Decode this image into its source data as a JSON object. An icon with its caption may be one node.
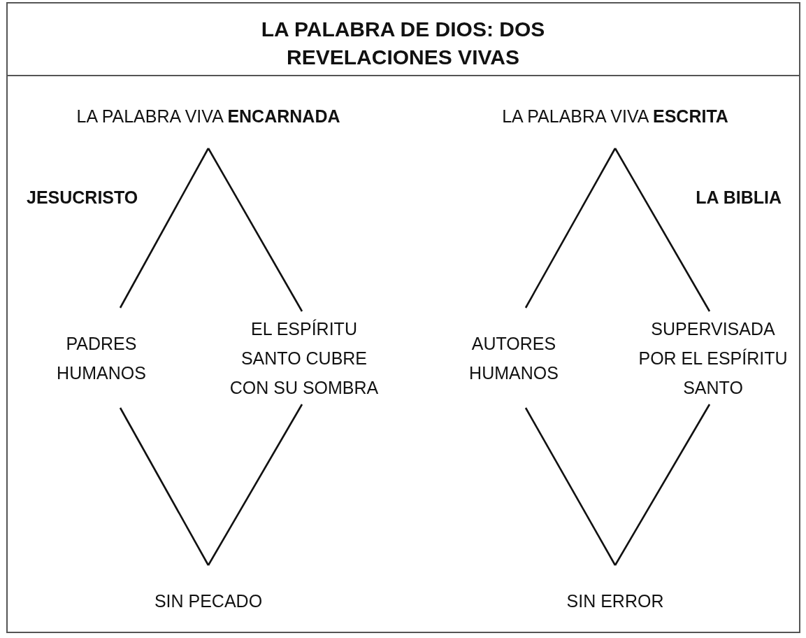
{
  "diagram": {
    "title": "LA PALABRA DE DIOS: DOS REVELACIONES VIVAS",
    "nodes": [
      {
        "text": [
          "LA PALABRA VIVA **ENCARNADA**"
        ]
      },
      {
        "text": [
          "PADRES HUMANOS"
        ]
      },
      {
        "text": [
          "EL ESPÍRITU SANTO CUBRE CON SU SOMBRA"
        ]
      },
      {
        "text": [
          "SIN PECADO"
        ]
      },
      {
        "text": [
          "LA PALABRA VIVA **ESCRITA**"
        ]
      },
      {
        "text": [
          "AUTORES HUMANOS"
        ]
      },
      {
        "text": [
          "SUPERVISADA POR EL ESPÍRITU SANTO"
        ]
      },
      {
        "text": [
          "SIN ERROR"
        ]
      }
    ],
    "edges": [
      {
        "from": 0,
        "to": 1,
        "arrow": "none"
      },
      {
        "from": 0,
        "to": 2,
        "arrow": "none"
      },
      {
        "from": 1,
        "to": 3,
        "arrow": "none"
      },
      {
        "from": 2,
        "to": 3,
        "arrow": "none"
      },
      {
        "from": 4,
        "to": 5,
        "arrow": "none"
      },
      {
        "from": 4,
        "to": 6,
        "arrow": "none"
      },
      {
        "from": 5,
        "to": 7,
        "arrow": "none"
      },
      {
        "from": 6,
        "to": 7,
        "arrow": "none"
      }
    ],
    "labels": [
      "JESUCRISTO",
      "LA BIBLIA"
    ]
  }
}
